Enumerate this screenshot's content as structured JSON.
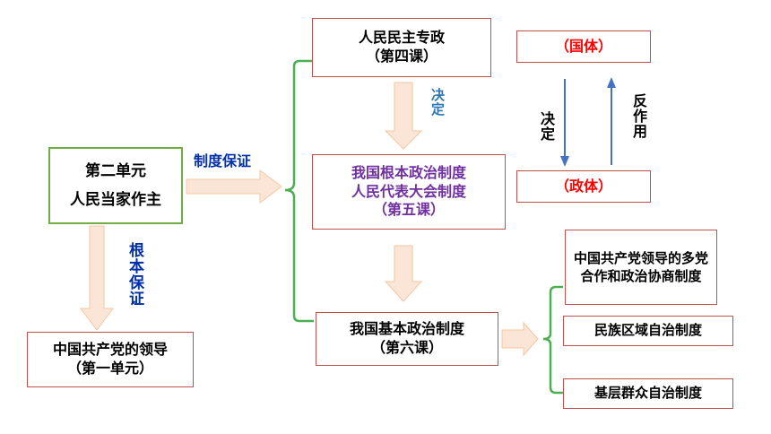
{
  "unit_box": {
    "line1": "第二单元",
    "line2": "人民当家作主"
  },
  "leadership_box": {
    "line1": "中国共产党的领导",
    "line2": "（第一单元）"
  },
  "label_fundamental": "根本保证",
  "label_system": "制度保证",
  "dictatorship_box": {
    "line1": "人民民主专政",
    "line2": "（第四课）"
  },
  "label_decide_mid": "决定",
  "fundamental_system_box": {
    "line1": "我国根本政治制度",
    "line2": "人民代表大会制度",
    "line3": "（第五课）"
  },
  "basic_system_box": {
    "line1": "我国基本政治制度",
    "line2": "（第六课）"
  },
  "state_system": "（国体）",
  "government_system": "（政体）",
  "label_decide_side": "决定",
  "label_reaction": "反作用",
  "sub_systems": [
    {
      "text": "中国共产党领导的多党合作和政治协商制度"
    },
    {
      "text": "民族区域自治制度"
    },
    {
      "text": "基层群众自治制度"
    }
  ],
  "colors": {
    "box_border": "#c0504d",
    "green_border": "#70ad47",
    "bracket": "#4caf50",
    "arrow_fill": "#fbe5d6",
    "arrow_stroke": "#f4c7a1",
    "label_blue": "#002fa7",
    "label_purple": "#7030a0",
    "label_red": "#ff0000",
    "down_arrow": "#4472c4",
    "decide_blue": "#2e75b6"
  }
}
